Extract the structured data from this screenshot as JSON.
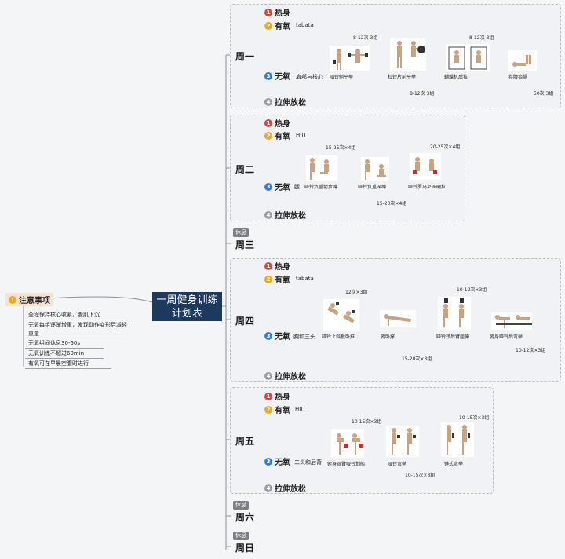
{
  "center": {
    "line1": "一周健身训练",
    "line2": "计划表"
  },
  "notes": {
    "title": "注意事项",
    "items": [
      "全程保持核心收紧，腹肌下沉",
      "无氧每组逐渐增重，发现动作变形后减轻重量",
      "无氧组间休息30-60s",
      "无氧训练不超过60min",
      "有氧可在早晨空腹时进行"
    ]
  },
  "categories": {
    "warmup": "热身",
    "aerobic": "有氧",
    "anaerobic": "无氧",
    "stretch": "拉伸放松"
  },
  "rest_tag": "休息",
  "days": {
    "mon": {
      "label": "周一",
      "aerobic": "tabata",
      "anaerobic": "肩部与核心",
      "exercises": [
        "哑铃侧平举",
        "杠铃片前平举",
        "蝴蝶机后拉",
        "卷腹抬腿"
      ],
      "reps": [
        "8-12次    3组",
        "8-12次    3组",
        "8-12次    3组",
        "50次    3组"
      ]
    },
    "tue": {
      "label": "周二",
      "aerobic": "HIIT",
      "anaerobic": "腿",
      "exercises": [
        "哑铃负重箭步蹲",
        "哑铃负重深蹲",
        "哑铃罗马尼亚硬拉"
      ],
      "reps": [
        "15-25次×4组",
        "15-20次×4组",
        "20-25次×4组"
      ]
    },
    "wed": {
      "label": "周三"
    },
    "thu": {
      "label": "周四",
      "aerobic": "tabata",
      "anaerobic": "胸和三头",
      "exercises": [
        "哑铃上斜板卧推",
        "俯卧撑",
        "哑铃颈后臂屈伸",
        "俯身哑铃后弯举"
      ],
      "reps": [
        "12次×3组",
        "15-20次×3组",
        "10-12次×3组",
        "10-12次×3组"
      ]
    },
    "fri": {
      "label": "周五",
      "aerobic": "HIIT",
      "anaerobic": "二头和后背",
      "exercises": [
        "俯身双臂哑铃划船",
        "哑铃弯举",
        "锤式弯举"
      ],
      "reps": [
        "10-15次×3组",
        "10-15次×3组",
        "10-15次×3组"
      ]
    },
    "sat": {
      "label": "周六"
    },
    "sun": {
      "label": "周日"
    }
  }
}
